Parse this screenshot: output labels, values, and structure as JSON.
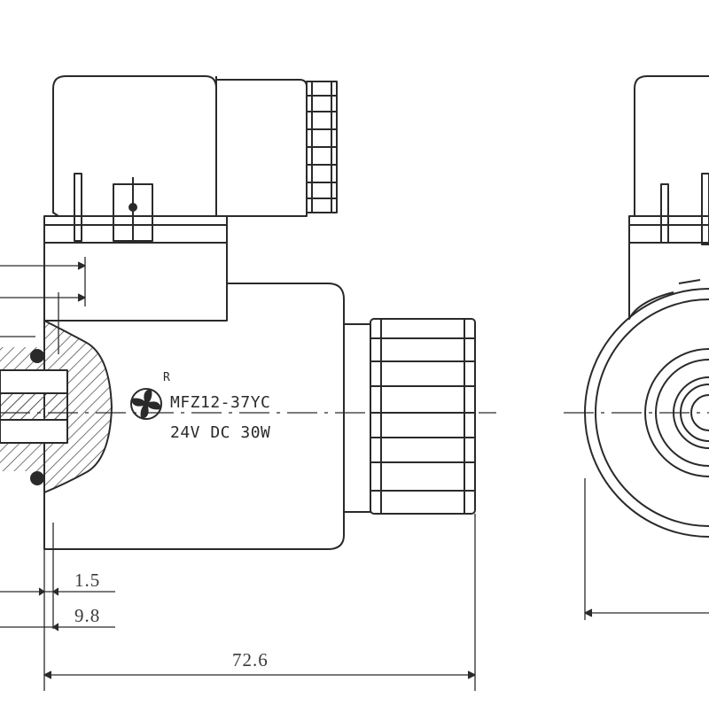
{
  "product": {
    "model": "MFZ12-37YC",
    "rating": "24V DC 30W",
    "registered_mark": "R"
  },
  "dimensions": {
    "d1": "1.5",
    "d2": "9.8",
    "d3": "72.6"
  },
  "colors": {
    "line": "#2a2a2a",
    "hatch": "#555555",
    "background": "#ffffff"
  },
  "icons": [
    "fan-logo-icon",
    "registered-mark"
  ]
}
